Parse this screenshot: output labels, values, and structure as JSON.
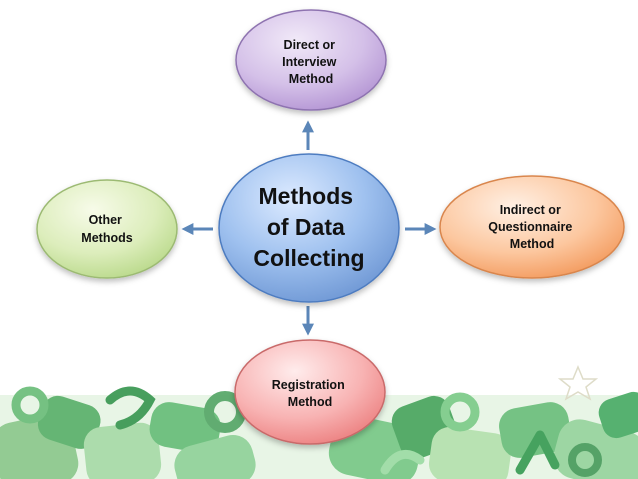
{
  "diagram": {
    "center": {
      "lines": [
        "Methods",
        "of Data",
        "Collecting"
      ]
    },
    "nodes": {
      "top": {
        "lines": [
          "Direct or",
          "Interview",
          "Method"
        ]
      },
      "right": {
        "lines": [
          "Indirect or",
          "Questionnaire",
          "Method"
        ]
      },
      "bottom": {
        "lines": [
          "Registration",
          "Method"
        ]
      },
      "left": {
        "lines": [
          "Other",
          "Methods"
        ]
      }
    }
  },
  "colors": {
    "arrow": "#5b86b8",
    "center_fill": "#8fb4e8",
    "top_fill": "#cdb6e4",
    "right_fill": "#fbb98a",
    "bottom_fill": "#f7a4a4",
    "left_fill": "#d8ebb1"
  }
}
